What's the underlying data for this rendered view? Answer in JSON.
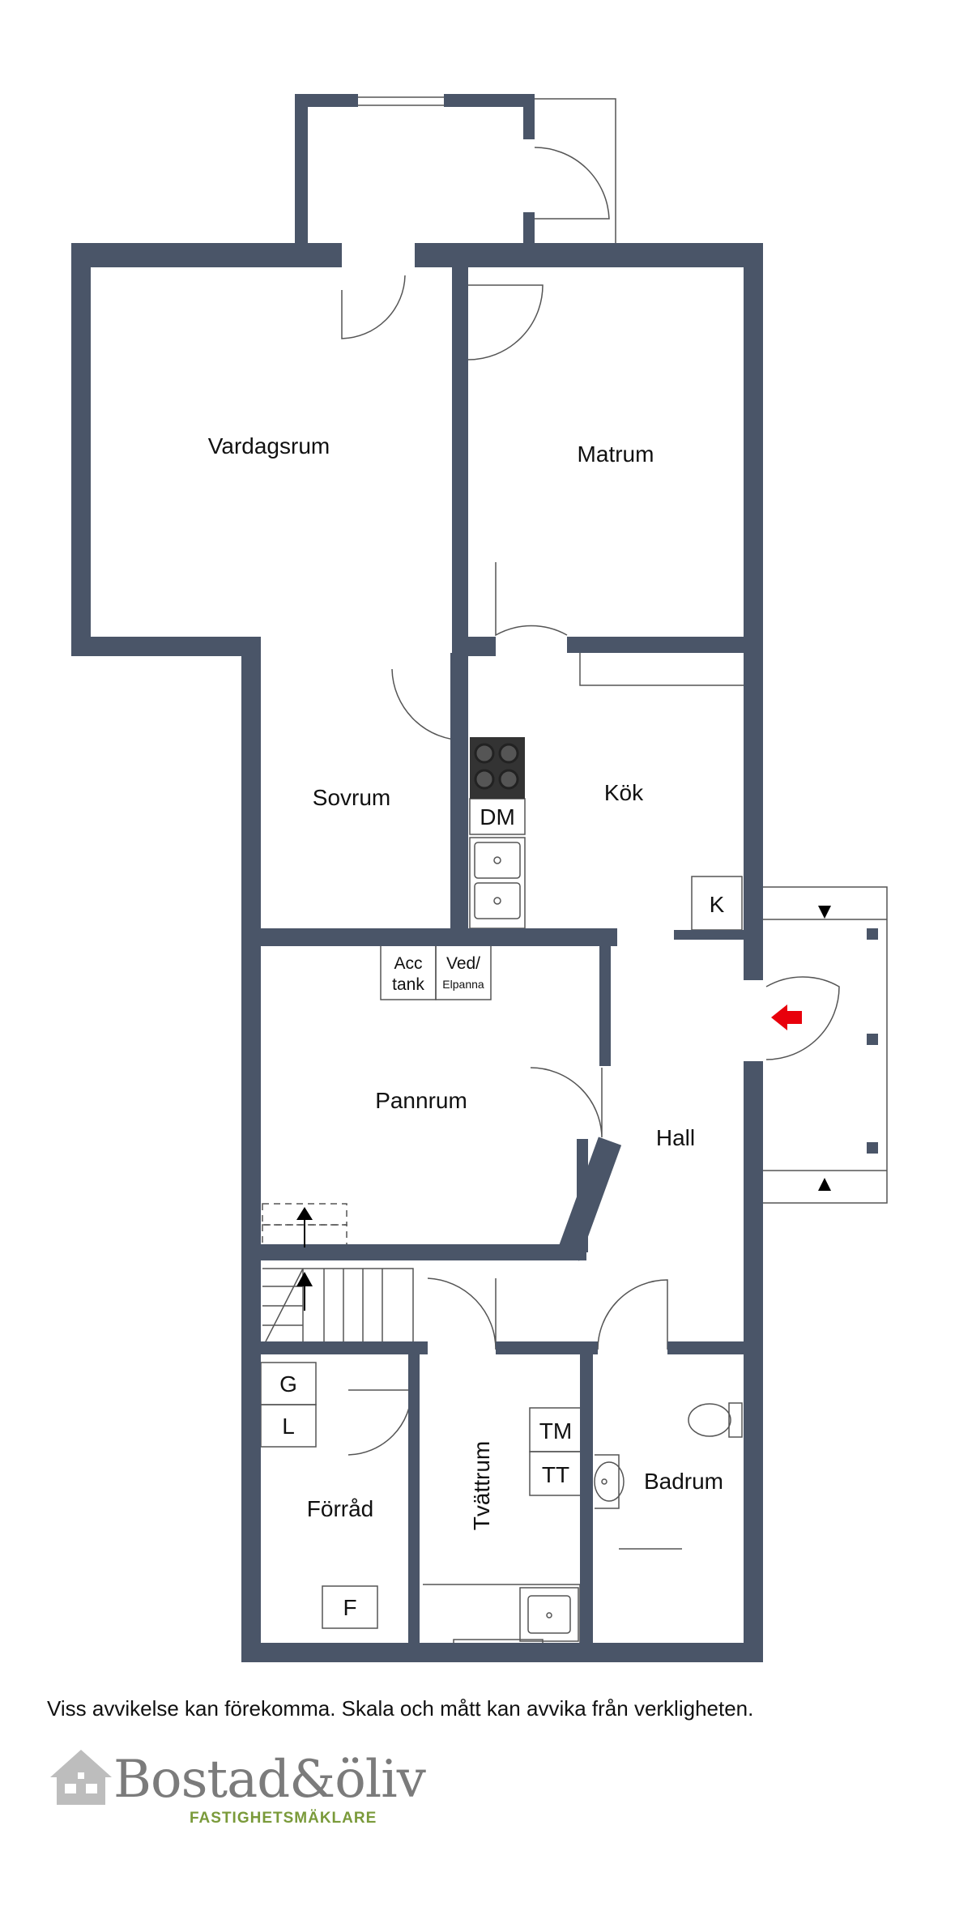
{
  "rooms": {
    "vardagsrum": "Vardagsrum",
    "matrum": "Matrum",
    "sovrum": "Sovrum",
    "kok": "Kök",
    "pannrum": "Pannrum",
    "hall": "Hall",
    "forrad": "Förråd",
    "tvattrum": "Tvättrum",
    "badrum": "Badrum"
  },
  "fixtures": {
    "dm": "DM",
    "k": "K",
    "acc_tank": [
      "Acc",
      "tank"
    ],
    "ved_elpanna": [
      "Ved/",
      "Elpanna"
    ],
    "g": "G",
    "l": "L",
    "f": "F",
    "tm": "TM",
    "tt": "TT"
  },
  "colors": {
    "wall": "#4a5568",
    "entrance_arrow": "#e8000b",
    "logo_gray": "#7b7b7b",
    "logo_green": "#7a9a3a"
  },
  "disclaimer": "Viss avvikelse kan förekomma. Skala och mått kan avvika från verkligheten.",
  "logo": {
    "brand": "Bostad&öliv",
    "tagline": "FASTIGHETSMÄKLARE"
  }
}
